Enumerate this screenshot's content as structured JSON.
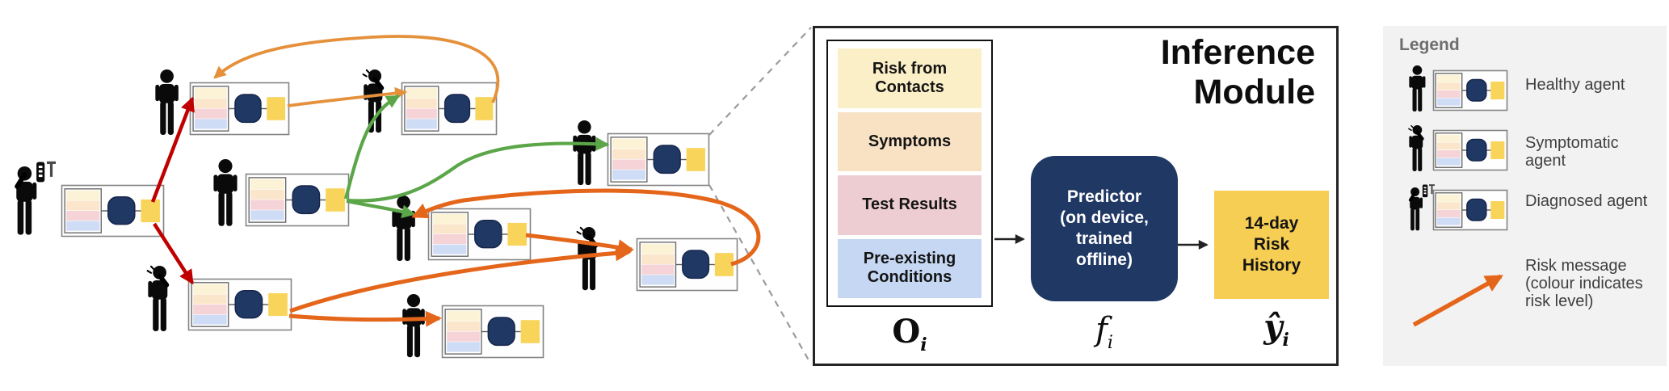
{
  "colors": {
    "red": "#C00000",
    "amber": "#E5913C",
    "orange": "#E4661B",
    "green": "#5BA648",
    "navy": "#203864",
    "navy_border": "#16264C",
    "gold": "#F6CE53",
    "card_yellow": "#F8D45A",
    "card_border": "#848484",
    "stripe_yellow": "#FCF3D6",
    "stripe_orange": "#FBE6CC",
    "stripe_pink": "#F5D3D7",
    "stripe_blue": "#CFDCF5",
    "dash_gray": "#9B9B9B",
    "black_arrow": "#222222",
    "legend_bg": "#F2F2F2",
    "legend_text": "#3F3F3F"
  },
  "network": {
    "agents": [
      {
        "id": "a1",
        "type": "diagnosed"
      },
      {
        "id": "a2",
        "type": "healthy"
      },
      {
        "id": "a3",
        "type": "symptomatic"
      },
      {
        "id": "a4",
        "type": "healthy"
      },
      {
        "id": "a5",
        "type": "healthy"
      },
      {
        "id": "a6",
        "type": "healthy"
      },
      {
        "id": "a7",
        "type": "symptomatic"
      },
      {
        "id": "a8",
        "type": "symptomatic"
      },
      {
        "id": "a9",
        "type": "healthy"
      }
    ],
    "messages": [
      {
        "from": "a1",
        "to": "a2",
        "risk": "high",
        "color": "red"
      },
      {
        "from": "a1",
        "to": "a7",
        "risk": "high",
        "color": "red"
      },
      {
        "from": "a3",
        "to": "a2",
        "risk": "medium",
        "color": "amber"
      },
      {
        "from": "a2",
        "to": "a3",
        "risk": "medium",
        "color": "amber"
      },
      {
        "from": "a4",
        "to": "a3",
        "risk": "low",
        "color": "green"
      },
      {
        "from": "a4",
        "to": "a5",
        "risk": "low",
        "color": "green"
      },
      {
        "from": "a4",
        "to": "a6",
        "risk": "low",
        "color": "green"
      },
      {
        "from": "a8",
        "to": "a5",
        "risk": "elevated",
        "color": "orange"
      },
      {
        "from": "a5",
        "to": "a8",
        "risk": "elevated",
        "color": "orange"
      },
      {
        "from": "a7",
        "to": "a8",
        "risk": "elevated",
        "color": "orange"
      },
      {
        "from": "a7",
        "to": "a9",
        "risk": "elevated",
        "color": "orange"
      }
    ]
  },
  "module": {
    "title_line1": "Inference",
    "title_line2": "Module",
    "inputs": [
      "Risk from Contacts",
      "Symptoms",
      "Test Results",
      "Pre-existing Conditions"
    ],
    "predictor_lines": [
      "Predictor",
      "(on device,",
      "trained",
      "offline)"
    ],
    "output_lines": [
      "14-day",
      "Risk",
      "History"
    ],
    "symbols": {
      "input": "O",
      "predictor": "f",
      "output": "ŷ",
      "sub": "i"
    }
  },
  "legend": {
    "title": "Legend",
    "items": [
      {
        "label": "Healthy agent",
        "type": "healthy"
      },
      {
        "label": "Symptomatic agent",
        "type": "symptomatic"
      },
      {
        "label": "Diagnosed agent",
        "type": "diagnosed"
      },
      {
        "label": "Risk message (colour indicates risk level)",
        "type": "risk-arrow"
      }
    ]
  }
}
